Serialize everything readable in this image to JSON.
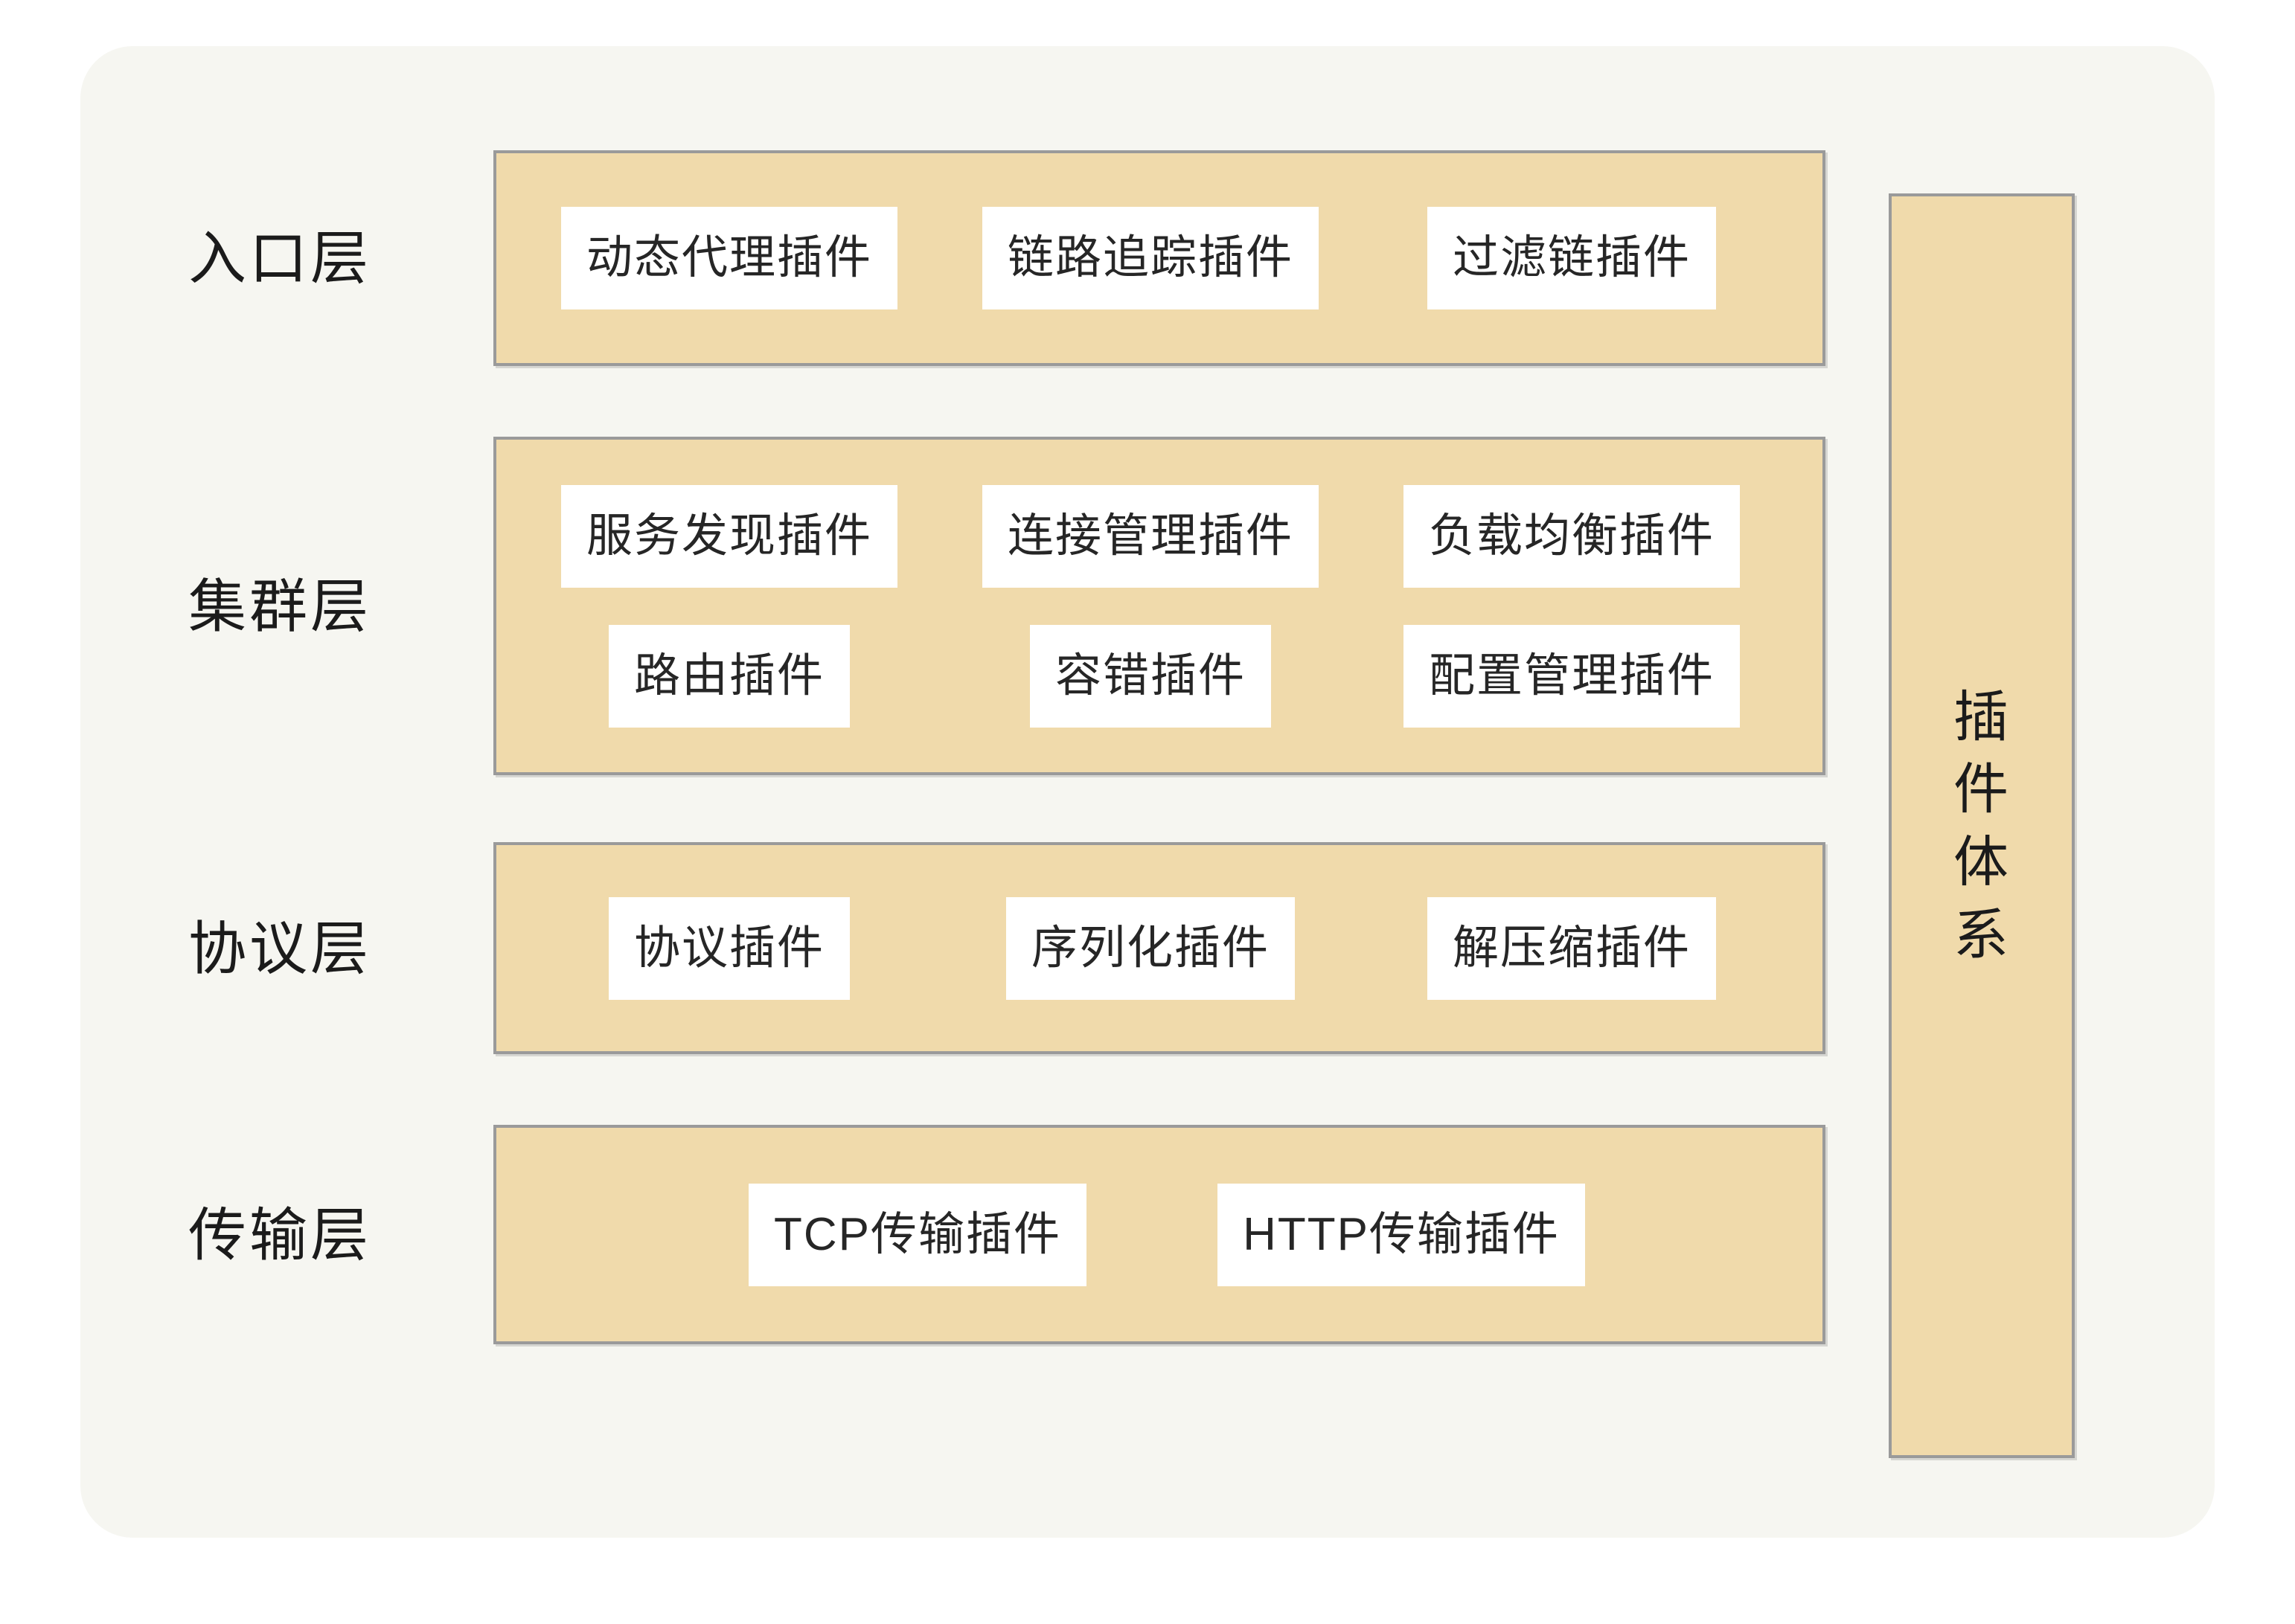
{
  "diagram": {
    "title_vertical": "插件体系",
    "colors": {
      "card_background": "#f6f6f1",
      "band_fill": "#f0daab",
      "band_border": "#9a9a9a",
      "box_fill": "#ffffff",
      "text": "#1b1b1b"
    },
    "layers": [
      {
        "label": "入口层",
        "rows": [
          [
            "动态代理插件",
            "链路追踪插件",
            "过滤链插件"
          ]
        ]
      },
      {
        "label": "集群层",
        "rows": [
          [
            "服务发现插件",
            "连接管理插件",
            "负载均衡插件"
          ],
          [
            "路由插件",
            "容错插件",
            "配置管理插件"
          ]
        ]
      },
      {
        "label": "协议层",
        "rows": [
          [
            "协议插件",
            "序列化插件",
            "解压缩插件"
          ]
        ]
      },
      {
        "label": "传输层",
        "rows": [
          [
            "TCP传输插件",
            "HTTP传输插件"
          ]
        ]
      }
    ]
  }
}
